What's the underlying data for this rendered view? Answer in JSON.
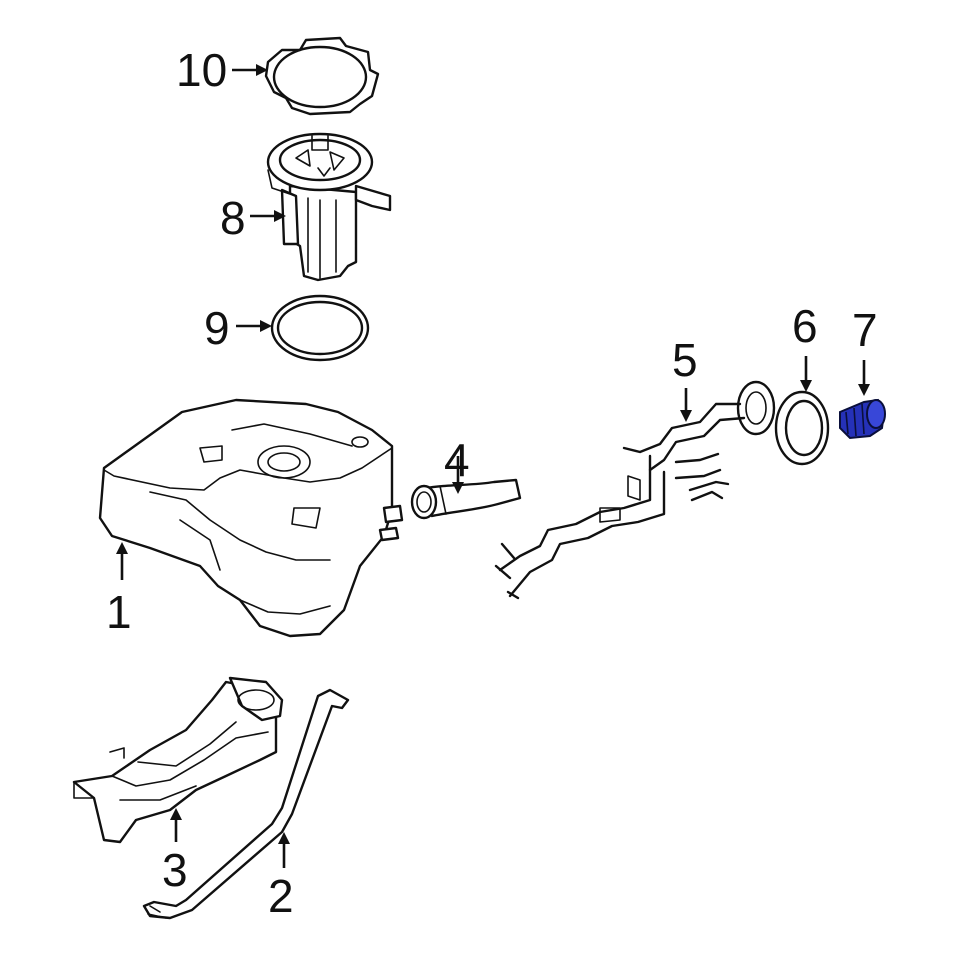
{
  "diagram": {
    "highlight_color": "#2531b8",
    "callouts": [
      {
        "id": "part-10",
        "label": "10"
      },
      {
        "id": "part-8",
        "label": "8"
      },
      {
        "id": "part-9",
        "label": "9"
      },
      {
        "id": "part-5",
        "label": "5"
      },
      {
        "id": "part-6",
        "label": "6"
      },
      {
        "id": "part-7",
        "label": "7"
      },
      {
        "id": "part-4",
        "label": "4"
      },
      {
        "id": "part-1",
        "label": "1"
      },
      {
        "id": "part-3",
        "label": "3"
      },
      {
        "id": "part-2",
        "label": "2"
      }
    ]
  }
}
